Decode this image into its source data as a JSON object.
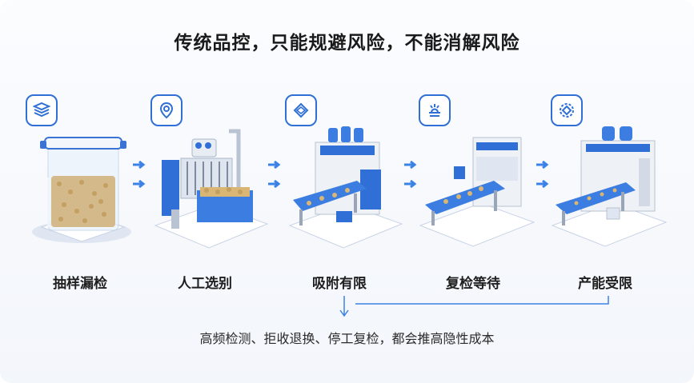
{
  "title": "传统品控，只能规避风险，不能消解风险",
  "steps": [
    {
      "label": "抽样漏检",
      "icon": "stack-icon"
    },
    {
      "label": "人工选别",
      "icon": "location-pin-icon"
    },
    {
      "label": "吸附有限",
      "icon": "layers-diamond-icon"
    },
    {
      "label": "复检等待",
      "icon": "inspect-tray-icon"
    },
    {
      "label": "产能受限",
      "icon": "gear-diamond-icon"
    }
  ],
  "note": "高频检测、拒收退换、停工复检，都会推高隐性成本",
  "colors": {
    "accent": "#2f6fd6",
    "arrow": "#3b82e6",
    "machine_white": "#eef1f6"
  }
}
